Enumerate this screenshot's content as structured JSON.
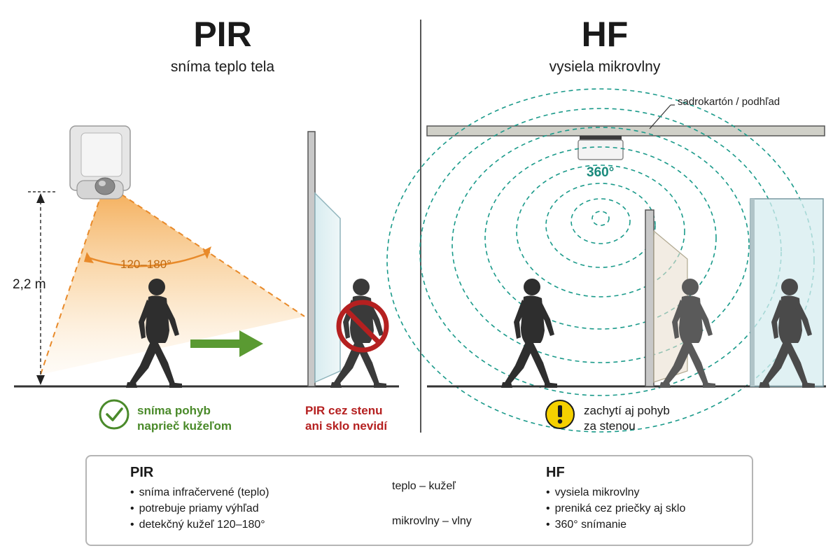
{
  "pir": {
    "title": "PIR",
    "subtitle": "sníma teplo tela",
    "angle_label": "120–180°",
    "height_label": "2,2 m",
    "ok_text_line1": "sníma pohyb",
    "ok_text_line2": "naprieč kužeľom",
    "no_text_line1": "PIR cez stenu",
    "no_text_line2": "ani sklo nevidí"
  },
  "hf": {
    "title": "HF",
    "subtitle": "vysiela mikrovlny",
    "ceiling_label": "sadrokartón / podhľad",
    "angle_label": "360°",
    "warn_text_line1": "zachytí aj pohyb",
    "warn_text_line2": "za stenou"
  },
  "legend": {
    "pir_title": "PIR",
    "pir_items": [
      "sníma infračervené (teplo)",
      "potrebuje priamy výhľad",
      "detekčný kužeľ 120–180°"
    ],
    "heat_label": "teplo – kužeľ",
    "waves_label": "mikrovlny – vlny",
    "hf_title": "HF",
    "hf_items": [
      "vysiela mikrovlny",
      "preniká cez priečky aj sklo",
      "360° snímanie"
    ]
  },
  "colors": {
    "cone_orange": "#f0a040",
    "wave_teal": "#1a9a8a",
    "ok_green": "#4a8a2a",
    "no_red": "#b52020",
    "warn_yellow": "#f5d000"
  }
}
